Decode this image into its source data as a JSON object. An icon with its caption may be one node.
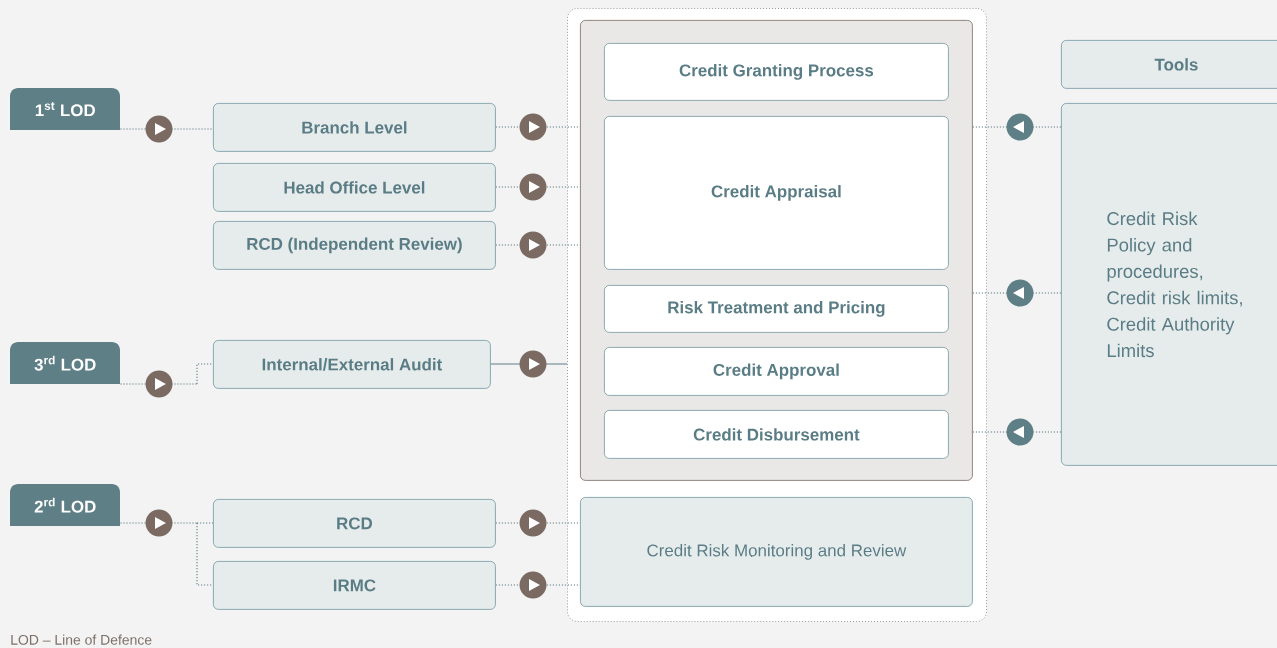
{
  "diagram": {
    "nodes": [
      {
        "text": [
          "1$^{st}$ LOD"
        ]
      },
      {
        "text": [
          "3$^{rd}$ LOD"
        ]
      },
      {
        "text": [
          "2$^{rd}$ LOD"
        ]
      },
      {
        "text": [
          "Branch Level"
        ]
      },
      {
        "text": [
          "Head Office Level"
        ]
      },
      {
        "text": [
          "RCD (Independent Review)"
        ]
      },
      {
        "text": [
          "Internal/External Audit"
        ]
      },
      {
        "text": [
          "RCD"
        ]
      },
      {
        "text": [
          "IRMC"
        ]
      },
      {
        "text": [],
        "shape": "box"
      },
      {
        "text": [],
        "shape": "box",
        "in": 9
      },
      {
        "text": [
          "Credit Granting Process"
        ],
        "in": 10
      },
      {
        "text": [
          "Credit Appraisal"
        ],
        "in": 10
      },
      {
        "text": [
          "Risk Treatment and Pricing"
        ],
        "in": 10
      },
      {
        "text": [
          "Credit Approval"
        ],
        "in": 10
      },
      {
        "text": [
          "Credit Disbursement"
        ],
        "in": 10
      },
      {
        "text": [
          "Credit Risk Monitoring and Review"
        ],
        "in": 9
      },
      {
        "text": [
          "Tools"
        ]
      },
      {
        "text": [
          "Credit Risk Policy and procedures, Credit risk limits, Credit Authority Limits"
        ]
      }
    ],
    "edges": [
      {
        "from": 0,
        "to": 3,
        "arrow": "to",
        "style": "dashed"
      },
      {
        "from": 1,
        "to": 6,
        "arrow": "to",
        "style": "dashed"
      },
      {
        "from": 2,
        "to": 7,
        "arrow": "to",
        "style": "dashed"
      },
      {
        "from": 2,
        "to": 8,
        "arrow": "to",
        "style": "dashed"
      },
      {
        "from": 3,
        "to": 10,
        "arrow": "to",
        "style": "dashed"
      },
      {
        "from": 4,
        "to": 10,
        "arrow": "to",
        "style": "dashed"
      },
      {
        "from": 5,
        "to": 10,
        "arrow": "to",
        "style": "dashed"
      },
      {
        "from": 6,
        "to": 9,
        "arrow": "to"
      },
      {
        "from": 7,
        "to": 16,
        "arrow": "to",
        "style": "dashed"
      },
      {
        "from": 8,
        "to": 16,
        "arrow": "to",
        "style": "dashed"
      },
      {
        "from": 18,
        "to": 10,
        "arrow": "to",
        "style": "dashed"
      },
      {
        "from": 18,
        "to": 10,
        "arrow": "to",
        "style": "dashed"
      },
      {
        "from": 18,
        "to": 10,
        "arrow": "to",
        "style": "dashed"
      }
    ],
    "labels": [
      "LOD – Line of Defence"
    ]
  }
}
